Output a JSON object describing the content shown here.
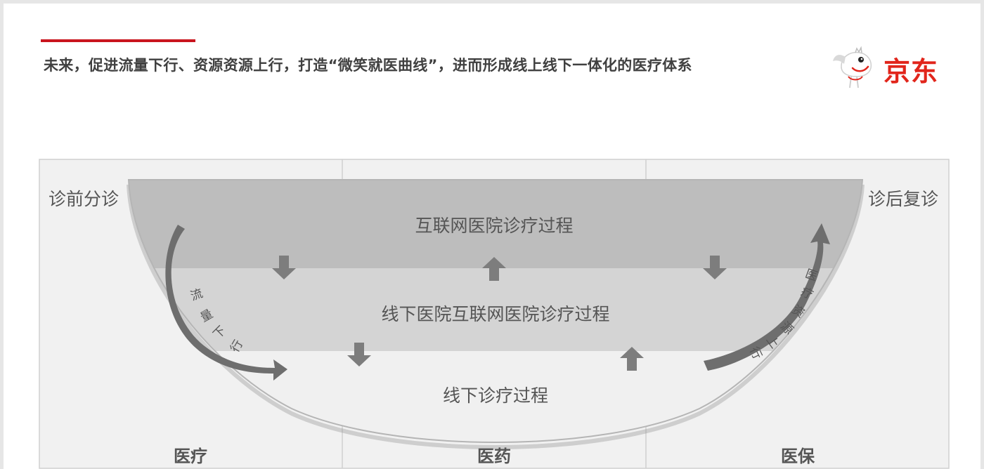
{
  "header": {
    "title": "未来，促进流量下行、资源资源上行，打造“微笑就医曲线”，进而形成线上线下一体化的医疗体系",
    "logo_text": "京东",
    "accent_color": "#c9151e",
    "logo_color": "#e1251b"
  },
  "diagram": {
    "corner_left": "诊前分诊",
    "corner_right": "诊后复诊",
    "bands": [
      {
        "label": "互联网医院诊疗过程",
        "color": "#bdbdbd"
      },
      {
        "label": "线下医院互联网医院诊疗过程",
        "color": "#d4d4d4"
      },
      {
        "label": "线下诊疗过程",
        "color": "#f0f0f0"
      }
    ],
    "columns": [
      "医疗",
      "医药",
      "医保"
    ],
    "left_arrow_text": [
      "流",
      "量",
      "下",
      "行"
    ],
    "right_arrow_text": [
      "医",
      "疗",
      "资",
      "源",
      "上",
      "行"
    ]
  }
}
